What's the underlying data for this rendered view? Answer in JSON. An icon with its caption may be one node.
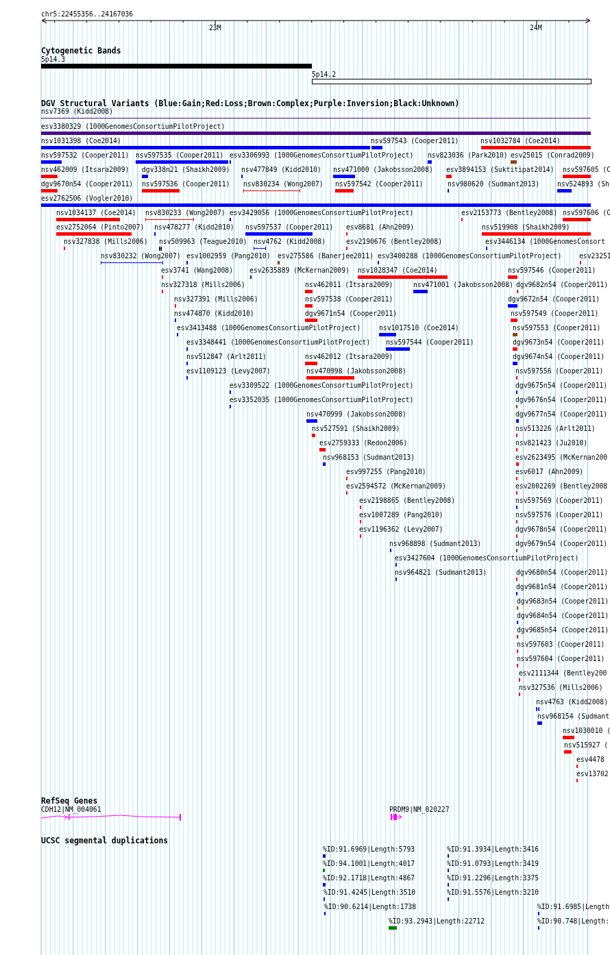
{
  "diagram": {
    "labels": [
      "chr5:22455356..24167036",
      "23M",
      "24M",
      "Cytogenetic Bands",
      "5p14.3",
      "5p14.2",
      "DGV Structural Variants (Blue:Gain;Red:Loss;Brown:Complex;Purple:Inversion;Black:Unknown)",
      "nsv7369 (Kidd2008)",
      "esv3380329 (1000GenomesConsortiumPilotProject)",
      "nsv1031398 (Coe2014)",
      "nsv597543 (Cooper2011)",
      "nsv1032784 (Coe2014)",
      "nsv597532 (Cooper2011)",
      "nsv597535 (Cooper2011)",
      "esv3306993 (1000GenomesConsortiumPilotProject)",
      "nsv823036 (Park2010)",
      "esv25015 (Conrad2009)",
      "nsv462009 (Itsara2009)",
      "dgv338n21 (Shaikh2009)",
      "nsv477849 (Kidd2010)",
      "nsv471000 (Jakobsson2008)",
      "esv3894153 (Suktitipat2014)",
      "nsv597605 (C",
      "dgv9670n54 (Cooper2011)",
      "nsv597536 (Cooper2011)",
      "nsv830234 (Wong2007)",
      "nsv597542 (Cooper2011)",
      "nsv980620 (Sudmant2013)",
      "nsv524893 (Sh",
      "esv2762506 (Vogler2010)",
      "nsv1034137 (Coe2014)",
      "nsv830233 (Wong2007)",
      "esv3429056 (1000GenomesConsortiumPilotProject)",
      "esv2153773 (Bentley2008)",
      "nsv597606 (C",
      "esv2752064 (Pinto2007)",
      "nsv478277 (Kidd2010)",
      "nsv597537 (Cooper2011)",
      "esv8681 (Ahn2009)",
      "nsv519908 (Shaikh2009)",
      "nsv327838 (Mills2006)",
      "nsv509963 (Teague2010)",
      "nsv4762 (Kidd2008)",
      "esv2190676 (Bentley2008)",
      "esv3446134 (1000GenomesConsort",
      "nsv830232 (Wong2007)",
      "esv1002959 (Pang2010)",
      "esv275586 (Banerjee2011)",
      "esv3400288 (1000GenomesConsortiumPilotProject)",
      "esv23251",
      "esv3741 (Wang2008)",
      "esv2635889 (McKernan2009)",
      "nsv1028347 (Coe2014)",
      "nsv597546 (Cooper2011)",
      "nsv327318 (Mills2006)",
      "nsv462011 (Itsara2009)",
      "nsv471001 (Jakobsson2008)",
      "dgv9682n54 (Cooper2011)",
      "nsv327391 (Mills2006)",
      "nsv597538 (Cooper2011)",
      "dgv9672n54 (Cooper2011)",
      "nsv474870 (Kidd2010)",
      "dgv9671n54 (Cooper2011)",
      "nsv597549 (Cooper2011)",
      "esv3413488 (1000GenomesConsortiumPilotProject)",
      "nsv1017510 (Coe2014)",
      "nsv597553 (Cooper2011)",
      "esv3348441 (1000GenomesConsortiumPilotProject)",
      "nsv597544 (Cooper2011)",
      "dgv9673n54 (Cooper2011)",
      "nsv512847 (Arlt2011)",
      "nsv462012 (Itsara2009)",
      "dgv9674n54 (Cooper2011)",
      "esv1109123 (Levy2007)",
      "nsv470998 (Jakobsson2008)",
      "nsv597556 (Cooper2011)",
      "esv3309522 (1000GenomesConsortiumPilotProject)",
      "dgv9675n54 (Cooper2011)",
      "esv3352035 (1000GenomesConsortiumPilotProject)",
      "dgv9676n54 (Cooper2011)",
      "nsv470999 (Jakobsson2008)",
      "dgv9677n54 (Cooper2011)",
      "nsv527591 (Shaikh2009)",
      "nsv513226 (Arlt2011)",
      "esv2759333 (Redon2006)",
      "nsv821423 (Ju2010)",
      "nsv968153 (Sudmant2013)",
      "esv2623495 (McKernan200",
      "esv997255 (Pang2010)",
      "esv6017 (Ahn2009)",
      "esv2594572 (McKernan2009)",
      "esv2002269 (Bentley2008",
      "esv2198865 (Bentley2008)",
      "nsv597569 (Cooper2011)",
      "esv1007289 (Pang2010)",
      "nsv597576 (Cooper2011)",
      "esv1196362 (Levy2007)",
      "dgv9678n54 (Cooper2011)",
      "nsv968898 (Sudmant2013)",
      "dgv9679n54 (Cooper2011)",
      "esv3427604 (1000GenomesConsortiumPilotProject)",
      "nsv964821 (Sudmant2013)",
      "dgv9680n54 (Cooper2011)",
      "dgv9681n54 (Cooper2011)",
      "dgv9683n54 (Cooper2011)",
      "dgv9684n54 (Cooper2011)",
      "dgv9685n54 (Cooper2011)",
      "nsv597603 (Cooper2011)",
      "nsv597604 (Cooper2011)",
      "esv2111344 (Bentley200",
      "nsv327536 (Mills2006)",
      "nsv4763 (Kidd2008)",
      "nsv968154 (Sudmant",
      "nsv1030010 (",
      "nsv515927 (",
      "esv4478",
      "esv13702",
      "RefSeq Genes",
      "CDH12|NM_004061",
      "PRDM9|NM_020227",
      "UCSC segmental duplications",
      "%ID:91.6969|Length:5793",
      "%ID:91.3934|Length:3416",
      "%ID:94.1001|Length:4017",
      "%ID:91.0793|Length:3419",
      "%ID:92.1718|Length:4867",
      "%ID:91.2296|Length:3375",
      "%ID:91.4245|Length:3510",
      "%ID:91.5576|Length:3210",
      "%ID:90.6214|Length:1738",
      "%ID:91.6985|Length",
      "%ID:93.2943|Length:22712",
      "%ID:90.748|Length:"
    ]
  }
}
